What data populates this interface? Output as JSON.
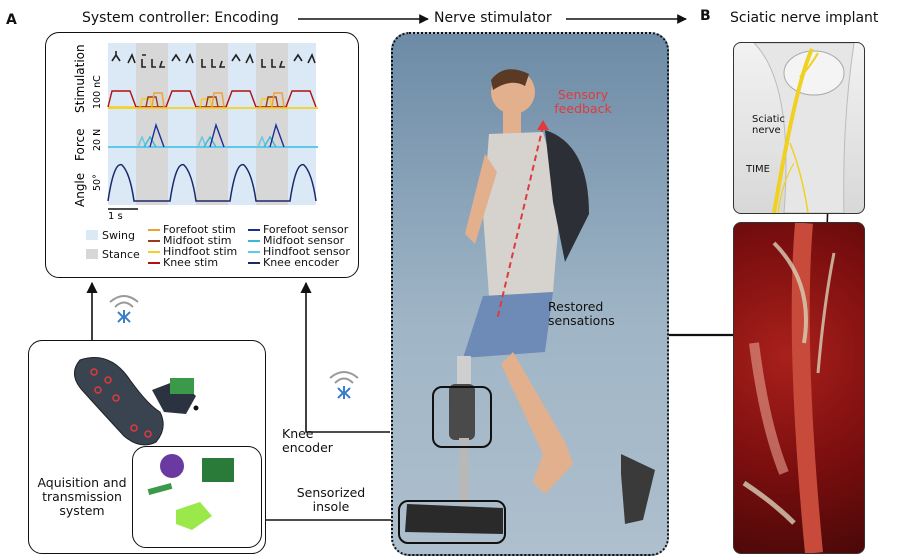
{
  "panels": {
    "a": {
      "letter": "A"
    },
    "b": {
      "letter": "B"
    }
  },
  "headers": {
    "system_controller": "System controller: Encoding",
    "nerve_stimulator": "Nerve stimulator",
    "sciatic_implant": "Sciatic nerve implant"
  },
  "plot": {
    "row_labels": {
      "stimulation": "Stimulation",
      "force": "Force",
      "angle": "Angle"
    },
    "scales": {
      "stim": "100 nC",
      "force": "20 N",
      "angle": "50°",
      "time": "1 s"
    }
  },
  "legend": {
    "phases": [
      {
        "label": "Swing",
        "color": "#dbe9f7"
      },
      {
        "label": "Stance",
        "color": "#d7d7d7"
      }
    ],
    "stim": [
      {
        "label": "Forefoot stim",
        "color": "#f0a030"
      },
      {
        "label": "Midfoot stim",
        "color": "#9c3a1a"
      },
      {
        "label": "Hindfoot stim",
        "color": "#f5d020"
      },
      {
        "label": "Knee stim",
        "color": "#b01010"
      }
    ],
    "sensor": [
      {
        "label": "Forefoot sensor",
        "color": "#1a2f9a"
      },
      {
        "label": "Midfoot sensor",
        "color": "#3ab8d8"
      },
      {
        "label": "Hindfoot sensor",
        "color": "#60c8e8"
      },
      {
        "label": "Knee encoder",
        "color": "#1a2a6a"
      }
    ]
  },
  "labels": {
    "acquisition": "Aquisition and transmission system",
    "knee_encoder": "Knee encoder",
    "sensorized_insole": "Sensorized insole",
    "restored_sensations": "Restored sensations",
    "sensory_feedback": "Sensory feedback",
    "sciatic_nerve": "Sciatic nerve",
    "time": "TIME"
  },
  "colors": {
    "accent_blue": "#3a7ec8",
    "feedback_red": "#e03a3a",
    "nerve_yellow": "#f0d020"
  }
}
